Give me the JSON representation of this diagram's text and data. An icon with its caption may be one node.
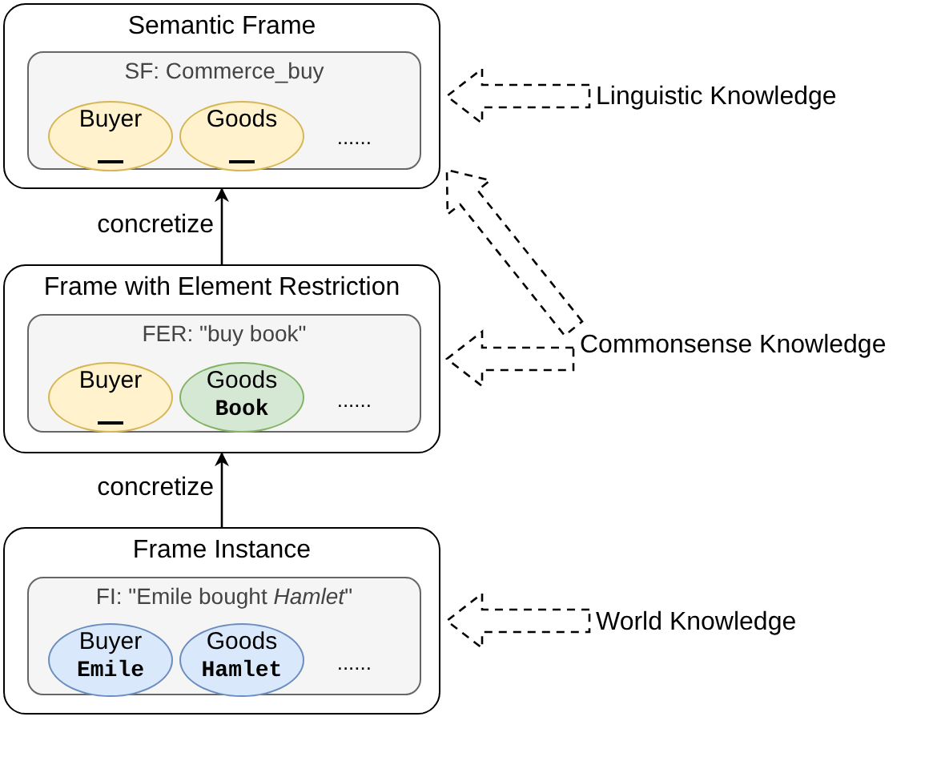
{
  "diagram": {
    "nodes": [
      {
        "text": [
          "Semantic Frame"
        ]
      },
      {
        "text": [
          "SF: Commerce_buy",
          "......"
        ],
        "in": 0
      },
      {
        "text": [
          "Buyer"
        ],
        "in": 1
      },
      {
        "text": [
          "Goods"
        ],
        "in": 1
      },
      {
        "text": [
          "Frame with Element Restriction"
        ]
      },
      {
        "text": [
          "FER: \"buy book\"",
          "......"
        ],
        "in": 4
      },
      {
        "text": [
          "Buyer"
        ],
        "in": 5
      },
      {
        "text": [
          "Goods",
          "Book"
        ],
        "in": 5
      },
      {
        "text": [
          "Frame Instance"
        ]
      },
      {
        "text": [
          "FI: \"Emile bought *Hamlet*\"",
          "......"
        ],
        "in": 8
      },
      {
        "text": [
          "Buyer",
          "Emile"
        ],
        "in": 9
      },
      {
        "text": [
          "Goods",
          "Hamlet"
        ],
        "in": 9
      },
      {
        "text": [
          "Linguistic Knowledge"
        ]
      },
      {
        "text": [
          "Commonsense Knowledge"
        ]
      },
      {
        "text": [
          "World Knowledge"
        ]
      }
    ],
    "edges": [
      {
        "from": 4,
        "to": 0,
        "arrow": "to",
        "label": "concretize"
      },
      {
        "from": 8,
        "to": 4,
        "arrow": "to",
        "label": "concretize"
      },
      {
        "from": 12,
        "to": 0,
        "arrow": "to",
        "style": "dashed"
      },
      {
        "from": 13,
        "to": 4,
        "arrow": "to",
        "style": "dashed"
      },
      {
        "from": 13,
        "to": 0,
        "arrow": "to",
        "style": "dashed"
      },
      {
        "from": 14,
        "to": 8,
        "arrow": "to",
        "style": "dashed"
      }
    ]
  }
}
